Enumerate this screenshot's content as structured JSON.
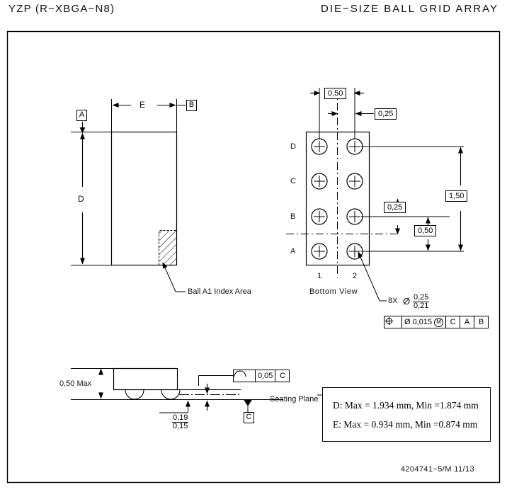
{
  "header": {
    "left_title": "YZP (R−XBGA−N8)",
    "right_title": "DIE−SIZE BALL GRID ARRAY"
  },
  "top_view": {
    "datum_a": "A",
    "datum_b": "B",
    "width_dim_label": "E",
    "height_dim_label": "D",
    "index_area_note": "Ball A1 Index Area"
  },
  "bottom_view": {
    "caption": "Bottom View",
    "row_labels": [
      "D",
      "C",
      "B",
      "A"
    ],
    "column_labels": [
      "1",
      "2"
    ],
    "pitch_horizontal": "0,50",
    "offset_horizontal": "0,25",
    "offset_vertical": "0,25",
    "pitch_vertical": "0,50",
    "span_vertical": "1,50",
    "ball_count_note": "8X",
    "diameter_symbol": "Ø",
    "ball_dia_max": "0,25",
    "ball_dia_min": "0,21",
    "position_fcf": {
      "symbol": "position-symbol",
      "tolerance_symbol": "Ø",
      "tolerance": "0,015",
      "modifier": "M",
      "datum_1": "C",
      "datum_2": "A",
      "datum_3": "B"
    }
  },
  "side_view": {
    "height_note": "0,50 Max",
    "standoff_max": "0,19",
    "standoff_min": "0,15",
    "seating_plane_label": "Seating Plane",
    "datum_c": "C",
    "coplanarity_fcf": {
      "symbol": "profile-of-surface-symbol",
      "tolerance": "0,05",
      "datum": "C"
    }
  },
  "dimension_table": {
    "row_d": "D: Max =  1.934 mm, Min =1.874 mm",
    "row_e": "E: Max =  0.934 mm, Min =0.874 mm"
  },
  "footer": {
    "doc_number": "4204741−5/M   11/13"
  },
  "colors": {
    "line": "#000000",
    "background": "#ffffff",
    "text": "#111111"
  }
}
